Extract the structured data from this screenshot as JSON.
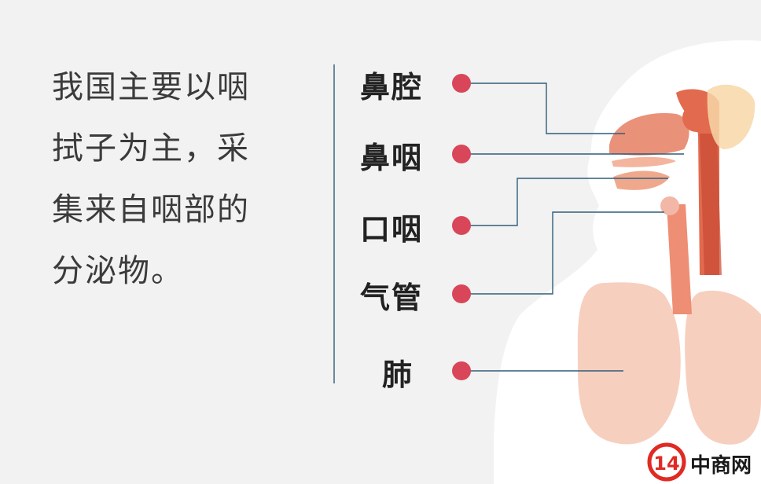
{
  "caption": {
    "lines": [
      "我国主要以咽",
      "拭子为主，采",
      "集来自咽部的",
      "分泌物。"
    ]
  },
  "labels": [
    "鼻腔",
    "鼻咽",
    "口咽",
    "气管",
    "肺"
  ],
  "watermark": {
    "badge": "14",
    "text": "中商网"
  },
  "colors": {
    "background": "#f2f2f2",
    "dot": "#d9465a",
    "leader_line": "#2f5d7a",
    "tissue": "#e8856a",
    "lung": "#f6c7b4",
    "logo_red": "#e02a24"
  }
}
